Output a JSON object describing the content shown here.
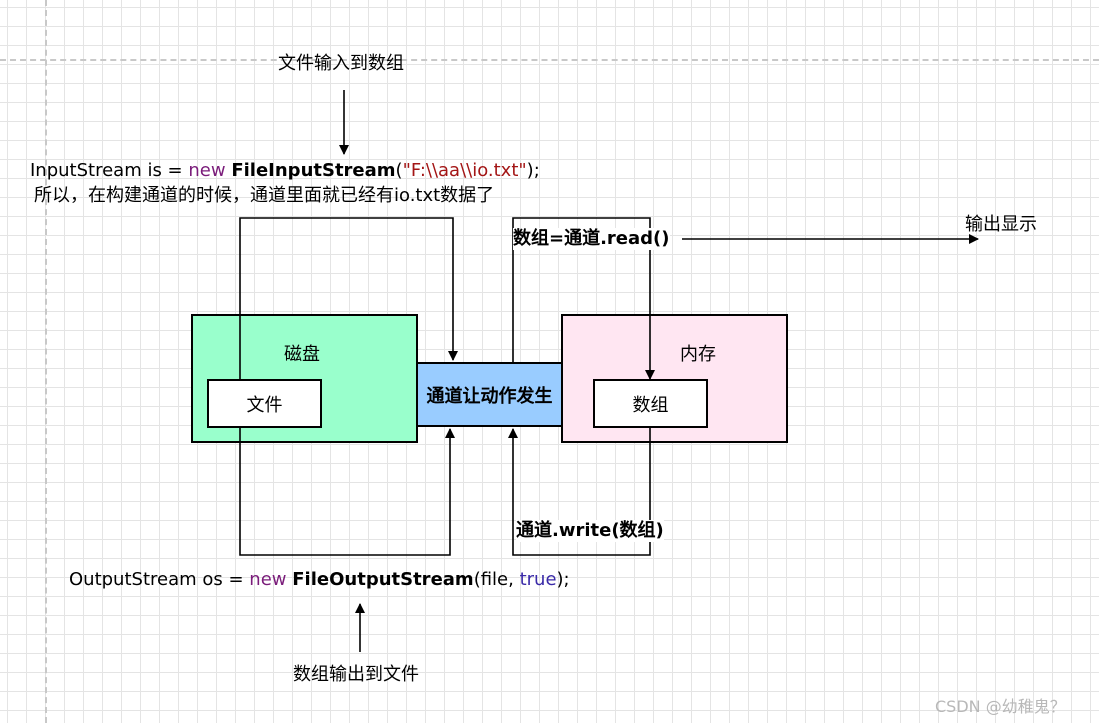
{
  "labels": {
    "file_to_array": "文件输入到数组",
    "array_to_file": "数组输出到文件",
    "output_display": "输出显示",
    "read_call": "数组=通道.read()",
    "write_call": "通道.write(数组)",
    "watermark": "CSDN @幼稚鬼？"
  },
  "input_line": {
    "type": "InputStream is = ",
    "kw_new": "new",
    "class": "FileInputStream",
    "open": "(",
    "path": "\"F:\\\\aa\\\\io.txt\"",
    "close": ");",
    "note": "所以，在构建通道的时候，通道里面就已经有io.txt数据了"
  },
  "output_line": {
    "type": "OutputStream os = ",
    "kw_new": "new",
    "class": "FileOutputStream",
    "args": "(file, ",
    "bool": "true",
    "close": ");"
  },
  "disk": {
    "label": "磁盘",
    "file_label": "文件",
    "color": "#99ffcc"
  },
  "channel": {
    "label": "通道让动作发生",
    "color": "#99ccff"
  },
  "memory": {
    "label": "内存",
    "array_label": "数组",
    "color": "#ffe6f2"
  }
}
